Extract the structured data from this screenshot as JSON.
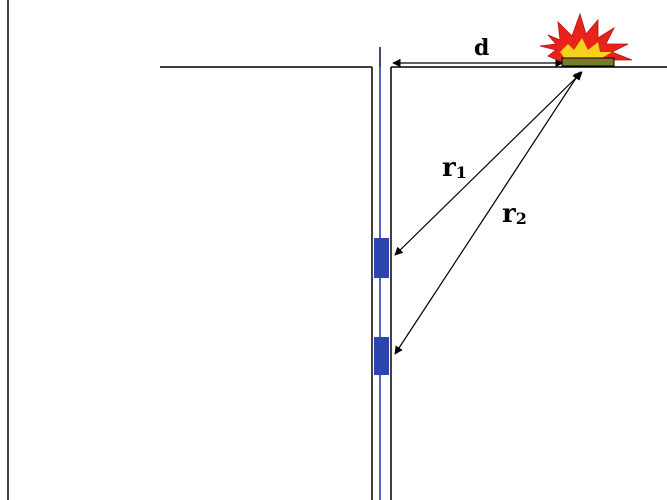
{
  "labels": {
    "d": "d",
    "r1": "r",
    "r1_sub": "1",
    "r2": "r",
    "r2_sub": "2"
  },
  "colors": {
    "line": "#000000",
    "borehole_inner": "#1e2fa8",
    "receiver": "#2a45b0",
    "blast_outer": "#e8231c",
    "blast_inner": "#f7d21c",
    "source": "#7a7a2a"
  },
  "icons": {
    "source": "explosion-icon",
    "receivers": "receiver-block"
  }
}
